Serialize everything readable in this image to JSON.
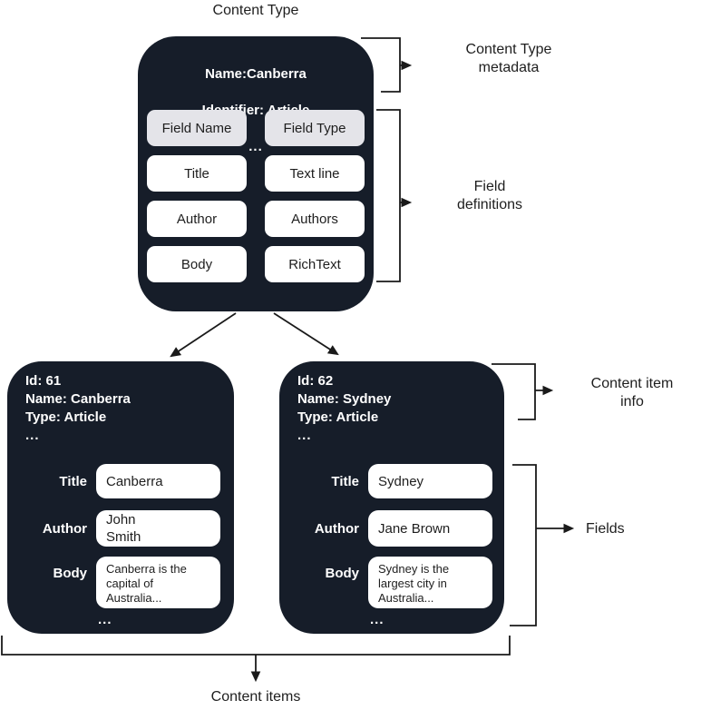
{
  "colors": {
    "box_background": "#161D29",
    "header_cell_background": "#E4E4E9",
    "value_cell_background": "#FFFFFF",
    "connector_line": "#1A1A1A",
    "text_dark": "#1E1E1E",
    "text_light": "#FFFFFF"
  },
  "labels": {
    "content_type_title": "Content Type",
    "content_type_metadata": "Content Type\nmetadata",
    "field_definitions": "Field\ndefinitions",
    "content_item_info": "Content item\ninfo",
    "fields": "Fields",
    "content_items": "Content items"
  },
  "content_type": {
    "name_line": "Name:Canberra",
    "identifier_line": "Identifier: Article",
    "more_indicator": "...",
    "field_table": {
      "headers": [
        "Field Name",
        "Field Type"
      ],
      "rows": [
        [
          "Title",
          "Text line"
        ],
        [
          "Author",
          "Authors"
        ],
        [
          "Body",
          "RichText"
        ]
      ]
    }
  },
  "content_items": [
    {
      "id_line": "Id: 61",
      "name_line": "Name: Canberra",
      "type_line": "Type: Article",
      "more_indicator": "...",
      "fields": [
        {
          "label": "Title",
          "value": "Canberra"
        },
        {
          "label": "Author",
          "value": "John\nSmith"
        },
        {
          "label": "Body",
          "value": "Canberra is the\ncapital of\nAustralia..."
        }
      ],
      "footer_more_indicator": "..."
    },
    {
      "id_line": "Id: 62",
      "name_line": "Name: Sydney",
      "type_line": "Type: Article",
      "more_indicator": "...",
      "fields": [
        {
          "label": "Title",
          "value": "Sydney"
        },
        {
          "label": "Author",
          "value": "Jane Brown"
        },
        {
          "label": "Body",
          "value": "Sydney is the\nlargest city in\nAustralia..."
        }
      ],
      "footer_more_indicator": "..."
    }
  ]
}
